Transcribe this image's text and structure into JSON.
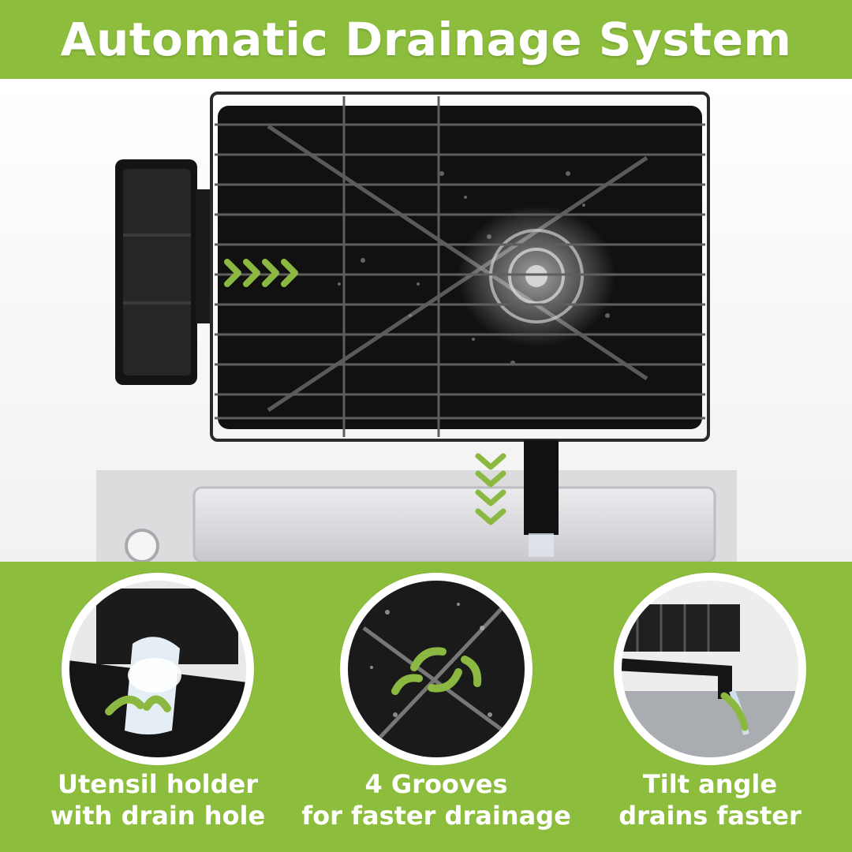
{
  "header": {
    "title": "Automatic Drainage System"
  },
  "features": [
    {
      "line1": "Utensil holder",
      "line2": "with drain hole",
      "icon": "utensil-holder-drain-icon"
    },
    {
      "line1": "4 Grooves",
      "line2": "for faster drainage",
      "icon": "grooves-drainage-icon"
    },
    {
      "line1": "Tilt angle",
      "line2": "drains faster",
      "icon": "tilt-angle-drain-icon"
    }
  ],
  "colors": {
    "green": "#8cbd3d",
    "arrow": "#8ab840",
    "tray": "#111111",
    "sink": "#d9d9dc"
  }
}
